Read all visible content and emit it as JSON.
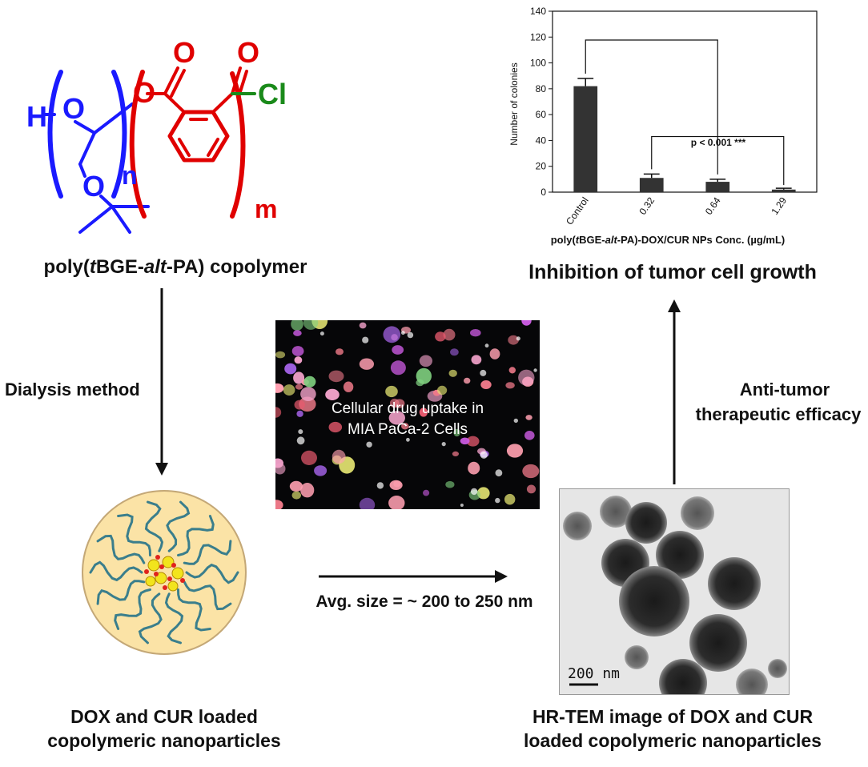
{
  "structure": {
    "h": "H",
    "o1": "O",
    "o2": "O",
    "o3": "O",
    "o4": "O",
    "o5": "O",
    "cl": "Cl",
    "n": "n",
    "m": "m",
    "label_pre": "poly(",
    "label_t": "t",
    "label_mid": "BGE-",
    "label_alt": "alt",
    "label_post": "-PA) copolymer"
  },
  "steps": {
    "dialysis": "Dialysis method",
    "avg_size": "Avg. size = ~ 200 to 250 nm",
    "antitumor_1": "Anti-tumor",
    "antitumor_2": "therapeutic efficacy"
  },
  "nanoparticle": {
    "caption_1": "DOX and CUR loaded",
    "caption_2": "copolymeric nanoparticles"
  },
  "uptake": {
    "caption_1": "Cellular drug uptake in",
    "caption_2": "MIA PaCa-2 Cells"
  },
  "tem": {
    "scale": "200 nm",
    "caption_1": "HR-TEM image of DOX and CUR",
    "caption_2": "loaded copolymeric nanoparticles"
  },
  "chart_data": {
    "type": "bar",
    "categories": [
      "Control",
      "0.32",
      "0.64",
      "1.29"
    ],
    "values": [
      82,
      11,
      8,
      2
    ],
    "errors": [
      6,
      3,
      2,
      1
    ],
    "ylim": [
      0,
      140
    ],
    "yticks": [
      "0",
      "20",
      "40",
      "60",
      "80",
      "100",
      "120",
      "140"
    ],
    "ylabel": "Number of colonies",
    "xlabel_pre": "poly(",
    "xlabel_t": "t",
    "xlabel_mid": "BGE-",
    "xlabel_alt": "alt",
    "xlabel_post": "-PA)-DOX/CUR NPs Conc. (µg/mL)",
    "significance": "p < 0.001 ***",
    "title": "Inhibition of tumor cell growth",
    "bar_color": "#333333"
  }
}
